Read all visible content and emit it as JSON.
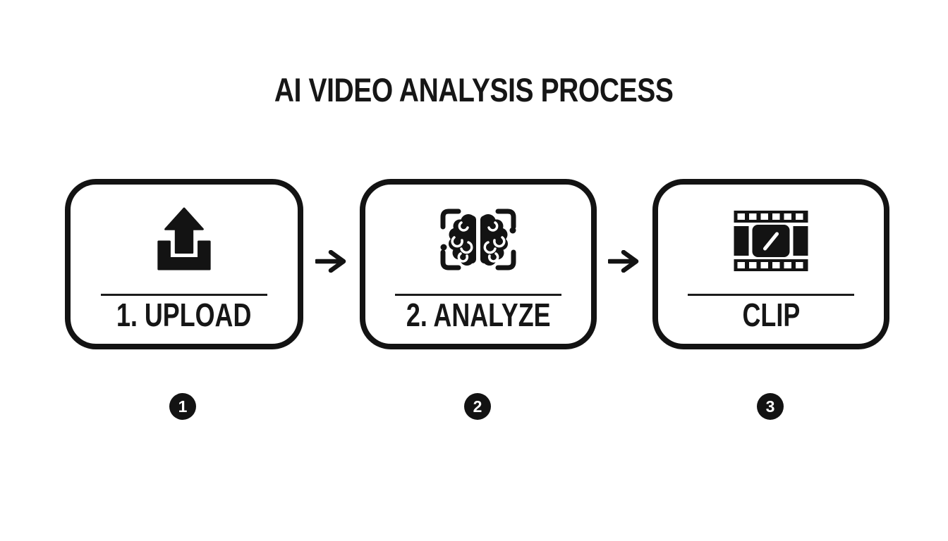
{
  "page": {
    "title": "AI VIDEO ANALYSIS PROCESS",
    "background_color": "#ffffff",
    "ink_color": "#131313"
  },
  "steps": [
    {
      "label": "1. UPLOAD",
      "icon": "upload-icon",
      "badge": "1"
    },
    {
      "label": "2. ANALYZE",
      "icon": "brain-scan-icon",
      "badge": "2"
    },
    {
      "label": "CLIP",
      "icon": "film-clip-icon",
      "badge": "3"
    }
  ],
  "connectors": [
    {
      "icon": "arrow-right-icon"
    },
    {
      "icon": "arrow-right-icon"
    }
  ]
}
